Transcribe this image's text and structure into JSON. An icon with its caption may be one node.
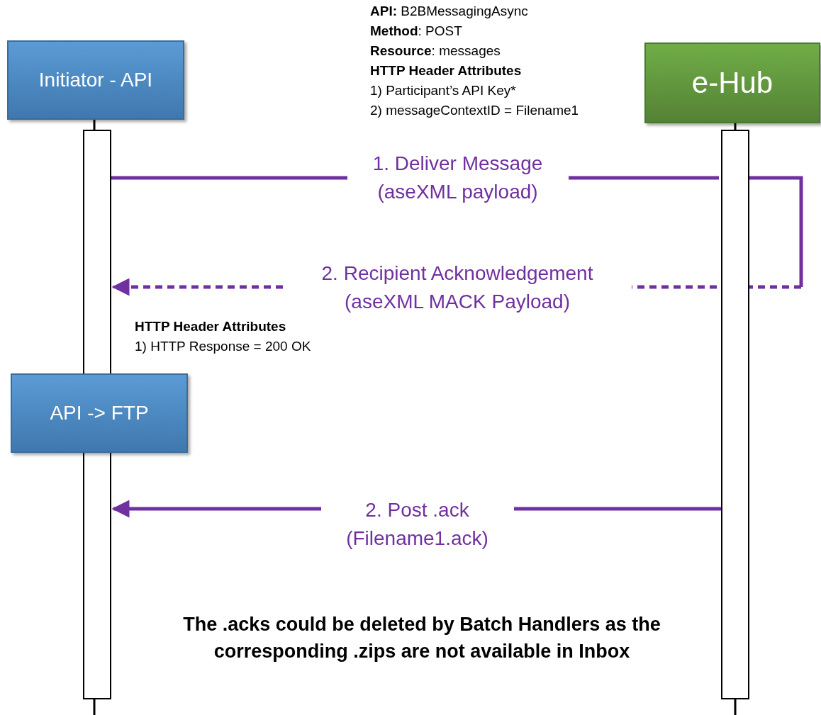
{
  "diagram": {
    "nodes": [
      {
        "text": [
          "Initiator - API"
        ]
      },
      {
        "text": [
          "e-Hub"
        ]
      },
      {
        "text": [],
        "shape": "bar"
      },
      {
        "text": [],
        "shape": "bar"
      },
      {
        "text": [
          "API -> FTP"
        ]
      }
    ],
    "edges": [
      {
        "from": 2,
        "to": 3,
        "arrow": "none",
        "label": "1. Deliver Message (aseXML payload)"
      },
      {
        "from": 3,
        "to": 2,
        "arrow": "to",
        "style": "dashed",
        "label": "2. Recipient Acknowledgement (aseXML MACK Payload)"
      },
      {
        "from": 3,
        "to": 2,
        "arrow": "to",
        "label": "2. Post .ack (Filename1.ack)"
      }
    ],
    "labels": [
      "**API:** B2BMessagingAsync",
      "**Method**: POST",
      "**Resource**: messages",
      "HTTP Header Attributes",
      "1) Participant’s API Key*",
      "2) messageContextID = Filename1",
      "HTTP Header Attributes",
      "1) HTTP Response = 200 OK",
      "The .acks could be deleted by Batch Handlers as the corresponding .zips are not available in Inbox"
    ]
  }
}
